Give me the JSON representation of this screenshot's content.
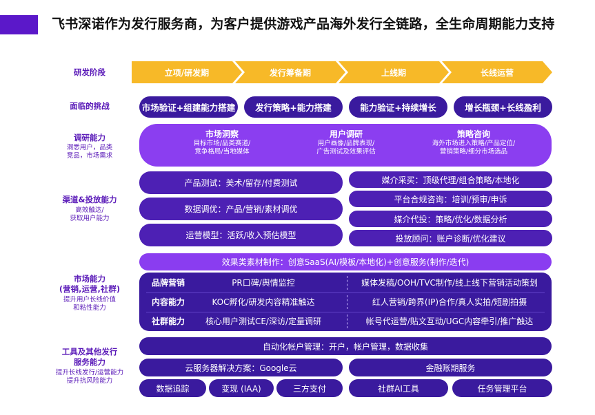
{
  "title": "飞书深诺作为发行服务商，为客户提供游戏产品海外发行全链路，全生命周期能力支持",
  "row_labels": {
    "stage": "研发阶段",
    "challenge": "面临的挑战",
    "research": {
      "main": "调研能力",
      "sub1": "洞悉用户，品类",
      "sub2": "竞品，市场需求"
    },
    "channel": {
      "main": "渠道&投放能力",
      "sub1": "高效触达/",
      "sub2": "获取用户能力"
    },
    "market": {
      "main1": "市场能力",
      "main2": "(营销,运营,社群)",
      "sub1": "提升用户长线价值",
      "sub2": "和粘性能力"
    },
    "tools": {
      "main1": "工具及其他发行",
      "main2": "服务能力",
      "sub1": "提升长线发行/运营能力",
      "sub2": "提升抗风险能力"
    }
  },
  "stages": [
    "立项/研发期",
    "发行筹备期",
    "上线期",
    "长线运营"
  ],
  "challenges": [
    "市场验证+组建能力搭建",
    "发行策略+能力搭建",
    "能力验证+持续增长",
    "增长瓶颈+长线盈利"
  ],
  "research": [
    {
      "title": "市场洞察",
      "line1": "目标市场/品类赛道/",
      "line2": "竞争格局/当地媒体"
    },
    {
      "title": "用户调研",
      "line1": "用户画像/品牌表现/",
      "line2": "广告测试及效果评估"
    },
    {
      "title": "策略咨询",
      "line1": "海外市场进入策略/产品定位/",
      "line2": "营销策略/细分市场选品"
    }
  ],
  "channel_left": [
    "产品测试：美术/留存/付费测试",
    "数据调优：产品/营销/素材调优",
    "运营模型：活跃/收入预估模型"
  ],
  "channel_right": [
    "媒介采买：顶级代理/组合策略/本地化",
    "平台合规咨询：培训/预审/申诉",
    "媒介代投：策略/优化/数据分析",
    "投放顾问：账户诊断/优化建议"
  ],
  "creative_bar": "效果类素材制作：创意SaaS(AI/模板/本地化)+创意服务(制作/迭代)",
  "market_rows": [
    {
      "label": "品牌营销",
      "left": "PR口碑/舆情监控",
      "right": "媒体发稿/OOH/TVC制作/线上线下营销活动策划"
    },
    {
      "label": "内容能力",
      "left": "KOC孵化/研发内容精准触达",
      "right": "红人营销/跨界(IP)合作/真人实拍/短剧拍摄"
    },
    {
      "label": "社群能力",
      "left": "核心用户测试CE/深访/定量调研",
      "right": "帐号代运营/贴文互动/UGC内容牵引/推广触达"
    }
  ],
  "tools": {
    "account_mgmt": "自动化帐户管理：开户，帐户管理，数据收集",
    "cloud": "云服务器解决方案：Google云",
    "finance": "金融账期服务",
    "bottom": [
      "数据追踪",
      "变现 (IAA)",
      "三方支付",
      "社群AI工具",
      "任务管理平台"
    ]
  },
  "colors": {
    "brand_purple": "#5b18c9",
    "stage_yellow": "#f7b928",
    "dark_purple": "#3a1a9e",
    "violet": "#8a3df0",
    "label_purple": "#5a1ab8"
  }
}
